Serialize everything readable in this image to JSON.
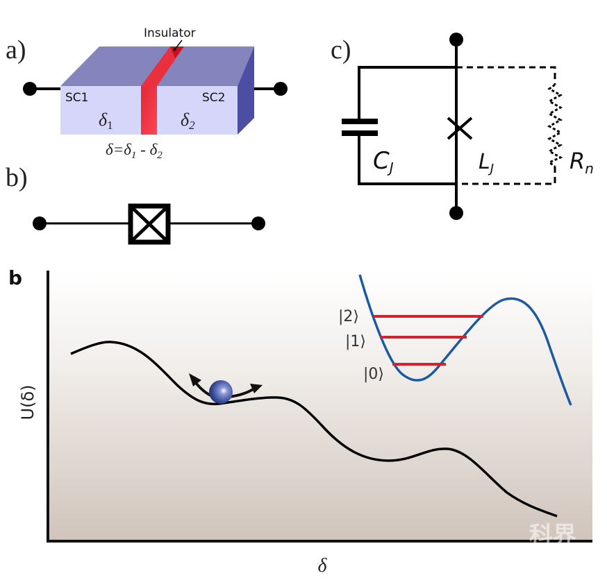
{
  "panel_a": {
    "label": "a)",
    "insulator_label": "Insulator",
    "sc1_label": "SC1",
    "sc2_label": "SC2",
    "delta1": "δ",
    "delta1_sub": "1",
    "delta2": "δ",
    "delta2_sub": "2",
    "equation": {
      "lhs": "δ=δ",
      "sub1": "1",
      "mid": " - δ",
      "sub2": "2"
    },
    "colors": {
      "front": "#d6d6fa",
      "top": "#8585bd",
      "side": "#4c4ea3",
      "insulator": "#e8303f"
    }
  },
  "panel_b_symbol": {
    "label": "b)"
  },
  "panel_c": {
    "label": "c)",
    "capacitor": {
      "name": "C",
      "sub": "J"
    },
    "inductor": {
      "name": "L",
      "sub": "J"
    },
    "resistor": {
      "name": "R",
      "sub": "n"
    }
  },
  "panel_potential": {
    "label": "b",
    "y_axis_label": "U(δ)",
    "x_axis_label": "δ",
    "watermark": "科界",
    "levels": [
      {
        "state": "|0⟩"
      },
      {
        "state": "|1⟩"
      },
      {
        "state": "|2⟩"
      }
    ],
    "colors": {
      "curve": "#000000",
      "inset_curve": "#1c5aa0",
      "levels": "#d4212e",
      "ball": "#3d4f9c",
      "bg_top": "#ffffff",
      "bg_bottom": "#d0c4bb"
    }
  }
}
